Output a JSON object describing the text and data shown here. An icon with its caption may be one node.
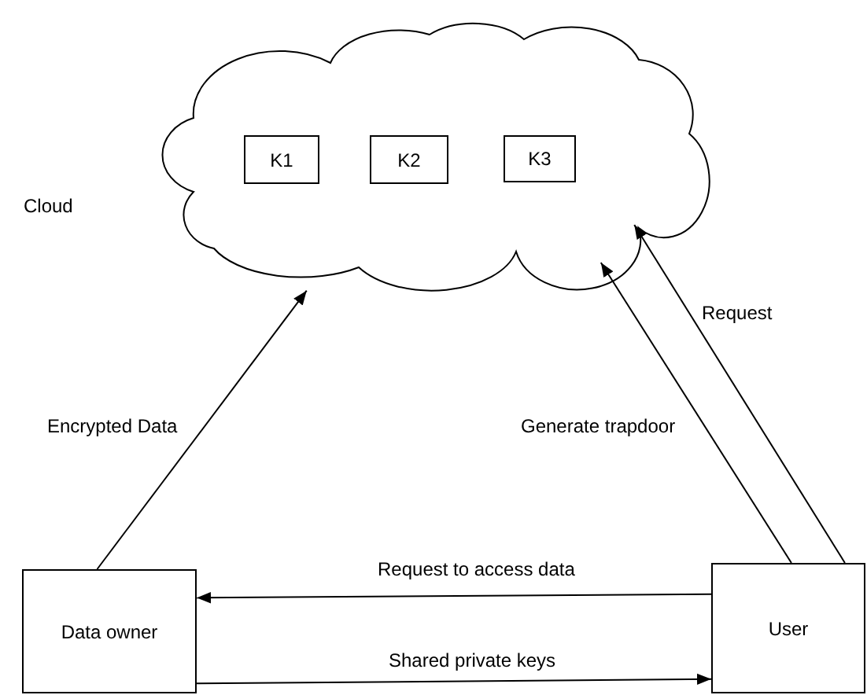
{
  "diagram": {
    "nodes": [
      {
        "text": [],
        "shape": "cloud"
      },
      {
        "text": [
          "K1"
        ],
        "in": 0
      },
      {
        "text": [
          "K2"
        ],
        "in": 0
      },
      {
        "text": [
          "K3"
        ],
        "in": 0
      },
      {
        "text": [
          "Data owner"
        ]
      },
      {
        "text": [
          "User"
        ]
      }
    ],
    "edges": [
      {
        "from": 4,
        "to": 0,
        "arrow": "to",
        "label": "Encrypted Data"
      },
      {
        "from": 5,
        "to": 0,
        "arrow": "to",
        "label": "Generate trapdoor"
      },
      {
        "from": 5,
        "to": 0,
        "arrow": "to",
        "label": "Request"
      },
      {
        "from": 5,
        "to": 4,
        "arrow": "to",
        "label": "Request to access data"
      },
      {
        "from": 4,
        "to": 5,
        "arrow": "to",
        "label": "Shared private keys"
      }
    ],
    "labels": [
      "Cloud"
    ]
  }
}
